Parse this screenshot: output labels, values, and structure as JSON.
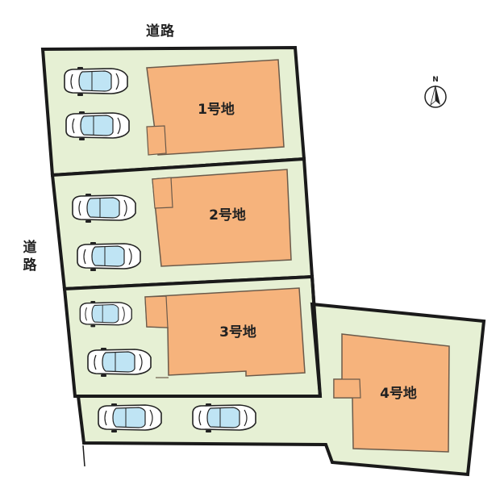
{
  "roads": {
    "top": "道路",
    "left": [
      "道",
      "路"
    ]
  },
  "compass": {
    "north": "N"
  },
  "lots": [
    {
      "id": "lot-1",
      "label": "1号地"
    },
    {
      "id": "lot-2",
      "label": "2号地"
    },
    {
      "id": "lot-3",
      "label": "3号地"
    },
    {
      "id": "lot-4",
      "label": "4号地"
    }
  ],
  "colors": {
    "lot_fill": "#e6f0d4",
    "house_fill": "#f6b37c",
    "house_stroke": "#6b5a4a",
    "boundary": "#1a1a1a",
    "car_glass": "#bfe4f4"
  }
}
